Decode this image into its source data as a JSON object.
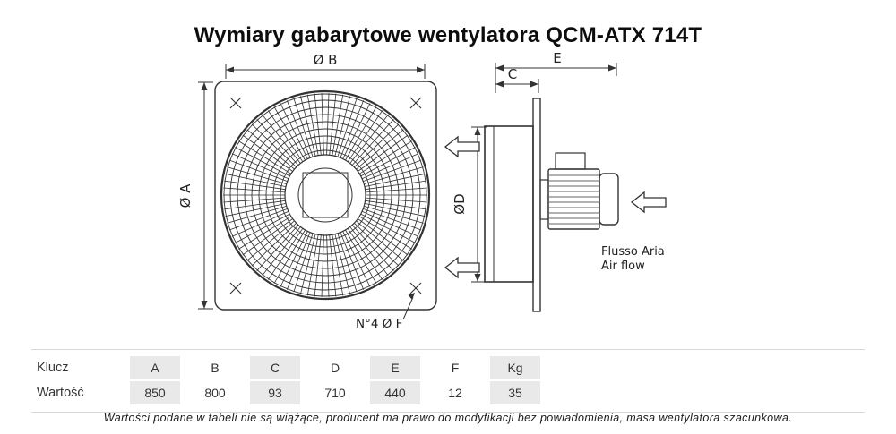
{
  "title": "Wymiary gabarytowe wentylatora QCM-ATX 714T",
  "diagram": {
    "dim_b": "Ø B",
    "dim_a": "Ø A",
    "dim_e": "E",
    "dim_c": "C",
    "dim_d": "ØD",
    "holes_label": "N°4 Ø F",
    "airflow_line1": "Flusso Aria",
    "airflow_line2": "Air flow"
  },
  "table": {
    "row_labels": [
      "Klucz",
      "Wartość"
    ],
    "columns": [
      "A",
      "B",
      "C",
      "D",
      "E",
      "F",
      "Kg"
    ],
    "values": [
      "850",
      "800",
      "93",
      "710",
      "440",
      "12",
      "35"
    ]
  },
  "footer": "Wartości podane w tabeli nie są wiążące, producent ma prawo do modyfikacji bez powiadomienia, masa wentylatora szacunkowa.",
  "colors": {
    "line": "#333333",
    "shade": "#e9e9e9",
    "rule": "#d8d8d8"
  }
}
